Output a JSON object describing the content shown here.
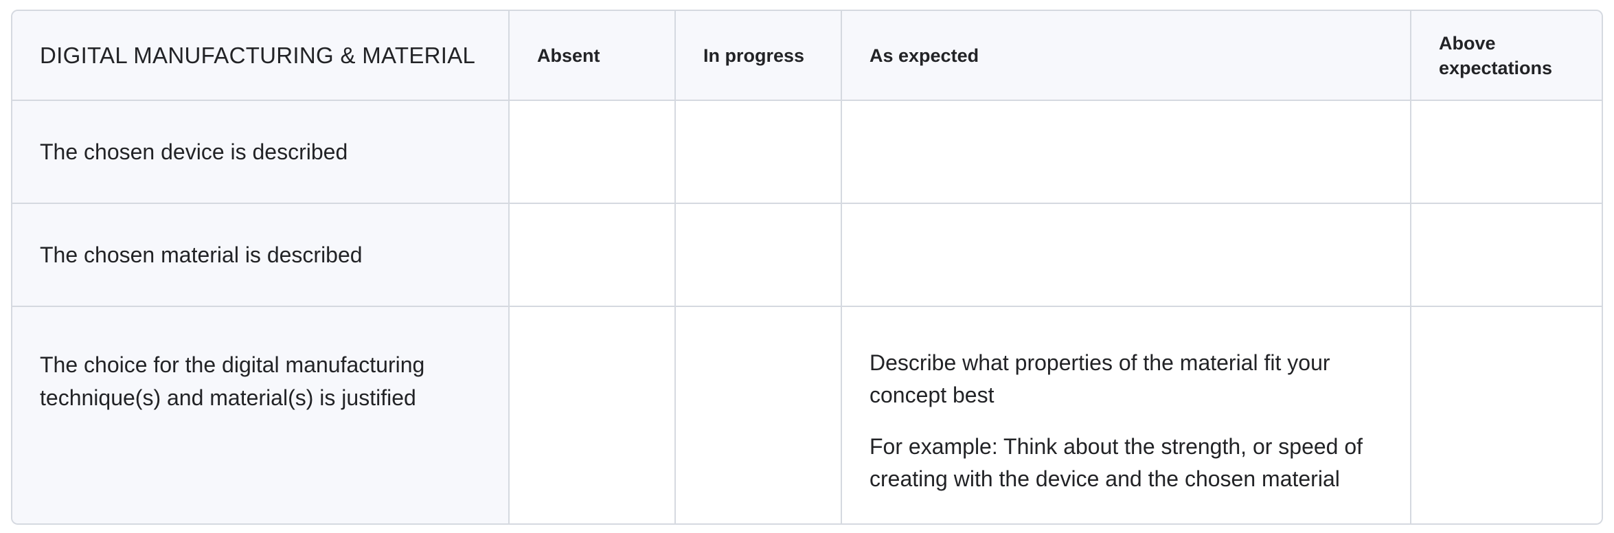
{
  "rubric": {
    "title": "DIGITAL MANUFACTURING & MATERIAL",
    "levels": [
      "Absent",
      "In progress",
      "As expected",
      "Above expectations"
    ],
    "rows": [
      {
        "criterion": "The chosen device is described",
        "cells": [
          "",
          "",
          "",
          ""
        ]
      },
      {
        "criterion": "The chosen material is described",
        "cells": [
          "",
          "",
          "",
          ""
        ]
      },
      {
        "criterion": "The choice for the digital manufacturing technique(s) and material(s) is justified",
        "cells": [
          "",
          "",
          "",
          ""
        ],
        "as_expected_paragraphs": [
          "Describe what properties of the material fit your concept best",
          "For example: Think about the strength, or speed of creating with the device and the chosen material"
        ]
      }
    ]
  }
}
